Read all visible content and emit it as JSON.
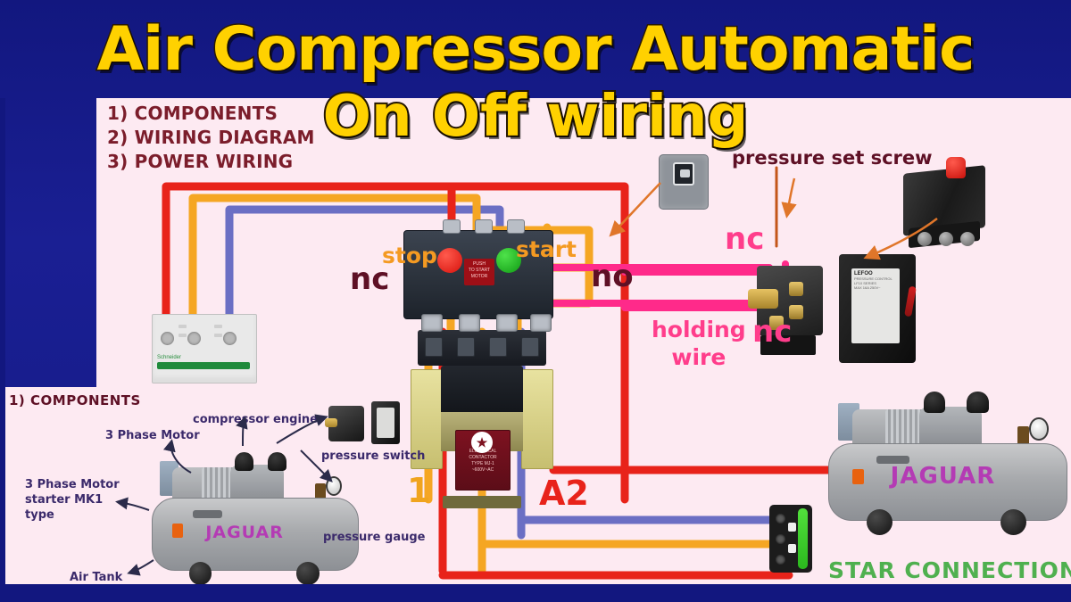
{
  "title": {
    "line1": "Air Compressor Automatic",
    "line2": "On Off wiring",
    "color": "#ffd100",
    "background": "#12177f"
  },
  "agenda": {
    "items": [
      "1) COMPONENTS",
      "2) WIRING DIAGRAM",
      "3) POWER WIRING"
    ]
  },
  "panel": {
    "background": "#fdeaf2"
  },
  "components_section": {
    "heading": "1) COMPONENTS",
    "labels": {
      "three_phase_motor": "3 Phase Motor",
      "compressor_engine": "compressor engine",
      "pressure_switch": "pressure switch",
      "starter": "3 Phase Motor\nstarter MK1 type",
      "starter_line1": "3 Phase Motor",
      "starter_line2": "starter MK1 type",
      "pressure_gauge": "pressure gauge",
      "air_tank": "Air Tank",
      "brand": "JAGUAR"
    }
  },
  "diagram": {
    "labels": {
      "stop": "stop",
      "start": "start",
      "nc_left": "nc",
      "no_right": "no",
      "nc_top_right": "nc",
      "nc_bottom_right": "nc",
      "holding_wire_line1": "holding",
      "holding_wire_line2": "wire",
      "pressure_set_screw": "pressure set screw",
      "terminal_1": "1",
      "terminal_a2": "A2",
      "star_connection": "STAR CONNECTION"
    },
    "contactor_label": {
      "line1": "ELECTRICAL",
      "line2": "CONTACTOR",
      "line3": "TYPE MJ-1",
      "line4": "~600V~AC"
    },
    "starter_label": {
      "line1": "PUSH",
      "line2": "TO START",
      "line3": "MOTOR"
    },
    "pressure_switch_label": {
      "line1": "LEFOO",
      "line2": "PRESSURE CONTROL",
      "line3": "LF10 SERIES",
      "line4": "MAX 16A 250V~"
    },
    "wire_colors": {
      "line1_red": "#e8231a",
      "line2_orange": "#f5a623",
      "line3_blue": "#6b6fc4",
      "control_orange": "#f5a623",
      "holding_pink": "#ff2a8a",
      "annotation_orange": "#e0762a"
    }
  },
  "compressor_big": {
    "brand": "JAGUAR"
  }
}
